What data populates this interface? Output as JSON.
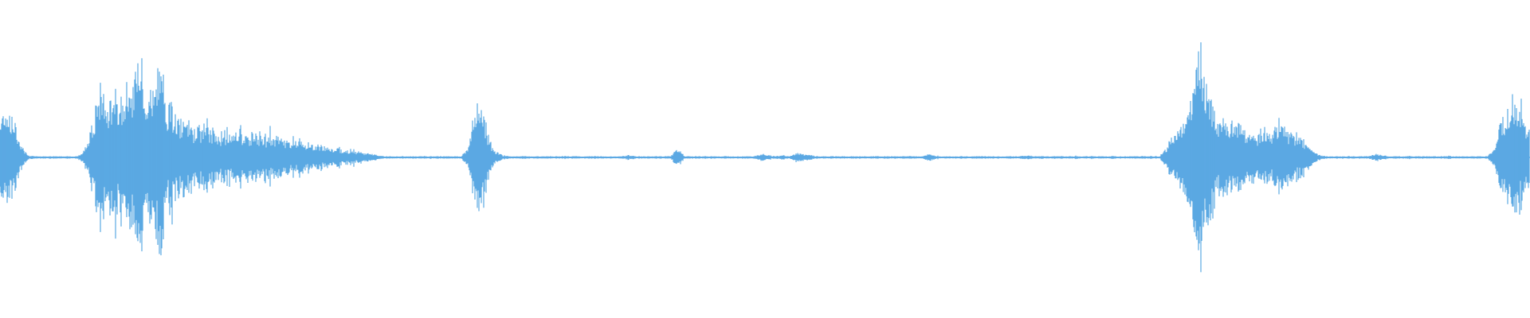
{
  "waveform": {
    "color": "#5ba9e3",
    "background": "#ffffff",
    "duration_segments": 240,
    "envelope": [
      0.35,
      0.45,
      0.3,
      0.12,
      0.02,
      0.01,
      0.01,
      0.01,
      0.01,
      0.01,
      0.01,
      0.01,
      0.05,
      0.25,
      0.45,
      0.55,
      0.5,
      0.45,
      0.55,
      0.65,
      0.75,
      0.5,
      0.65,
      0.8,
      0.45,
      0.35,
      0.3,
      0.28,
      0.26,
      0.25,
      0.24,
      0.23,
      0.22,
      0.22,
      0.21,
      0.2,
      0.2,
      0.19,
      0.18,
      0.17,
      0.16,
      0.15,
      0.14,
      0.13,
      0.12,
      0.11,
      0.1,
      0.09,
      0.08,
      0.07,
      0.06,
      0.05,
      0.04,
      0.03,
      0.02,
      0.01,
      0.01,
      0.01,
      0.01,
      0.01,
      0.01,
      0.01,
      0.01,
      0.01,
      0.01,
      0.01,
      0.01,
      0.08,
      0.45,
      0.5,
      0.15,
      0.05,
      0.02,
      0.01,
      0.01,
      0.01,
      0.01,
      0.01,
      0.01,
      0.01,
      0.01,
      0.01,
      0.01,
      0.01,
      0.01,
      0.01,
      0.01,
      0.01,
      0.01,
      0.01,
      0.02,
      0.01,
      0.01,
      0.01,
      0.01,
      0.01,
      0.01,
      0.08,
      0.01,
      0.01,
      0.01,
      0.01,
      0.01,
      0.01,
      0.01,
      0.01,
      0.01,
      0.01,
      0.01,
      0.03,
      0.02,
      0.01,
      0.02,
      0.01,
      0.04,
      0.03,
      0.02,
      0.01,
      0.01,
      0.01,
      0.01,
      0.01,
      0.01,
      0.01,
      0.01,
      0.01,
      0.01,
      0.01,
      0.01,
      0.01,
      0.01,
      0.01,
      0.01,
      0.03,
      0.01,
      0.01,
      0.01,
      0.01,
      0.01,
      0.01,
      0.01,
      0.01,
      0.01,
      0.01,
      0.01,
      0.01,
      0.01,
      0.02,
      0.01,
      0.01,
      0.01,
      0.01,
      0.01,
      0.01,
      0.01,
      0.01,
      0.01,
      0.01,
      0.01,
      0.01,
      0.01,
      0.01,
      0.01,
      0.01,
      0.01,
      0.01,
      0.01,
      0.08,
      0.2,
      0.28,
      0.35,
      0.7,
      0.95,
      0.6,
      0.35,
      0.3,
      0.3,
      0.32,
      0.25,
      0.22,
      0.2,
      0.25,
      0.22,
      0.3,
      0.25,
      0.2,
      0.18,
      0.12,
      0.05,
      0.02,
      0.01,
      0.01,
      0.01,
      0.01,
      0.01,
      0.01,
      0.01,
      0.03,
      0.02,
      0.01,
      0.01,
      0.01,
      0.01,
      0.01,
      0.01,
      0.01,
      0.01,
      0.01,
      0.01,
      0.01,
      0.01,
      0.01,
      0.01,
      0.01,
      0.1,
      0.3,
      0.45,
      0.55,
      0.3,
      0.2
    ]
  }
}
